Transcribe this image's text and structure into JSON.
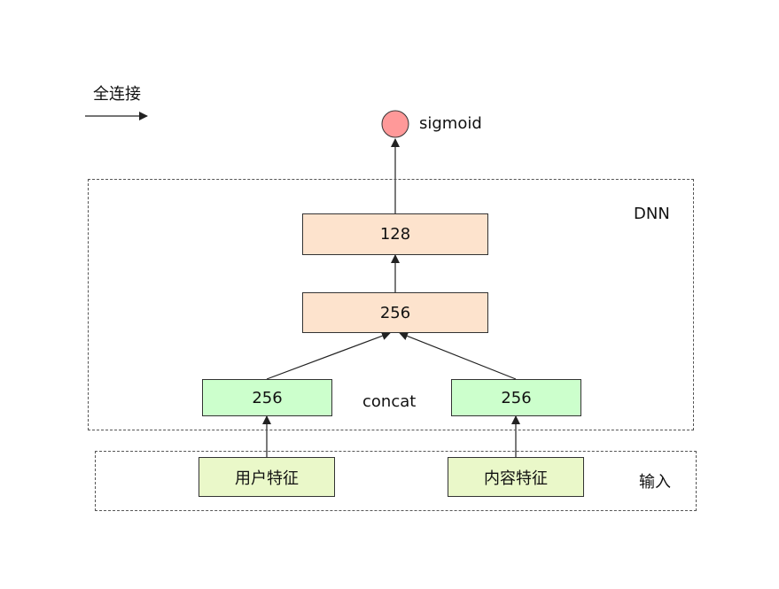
{
  "legend": {
    "label": "全连接"
  },
  "output": {
    "label": "sigmoid",
    "color": "#ff9999"
  },
  "dnn": {
    "label": "DNN",
    "layer_top": "128",
    "layer_mid": "256",
    "color": "#fde3cd"
  },
  "features": {
    "left": "256",
    "right": "256",
    "concat_label": "concat",
    "color": "#ccffcc"
  },
  "inputs": {
    "label": "输入",
    "user": "用户特征",
    "content": "内容特征",
    "color": "#eaf8c9"
  }
}
